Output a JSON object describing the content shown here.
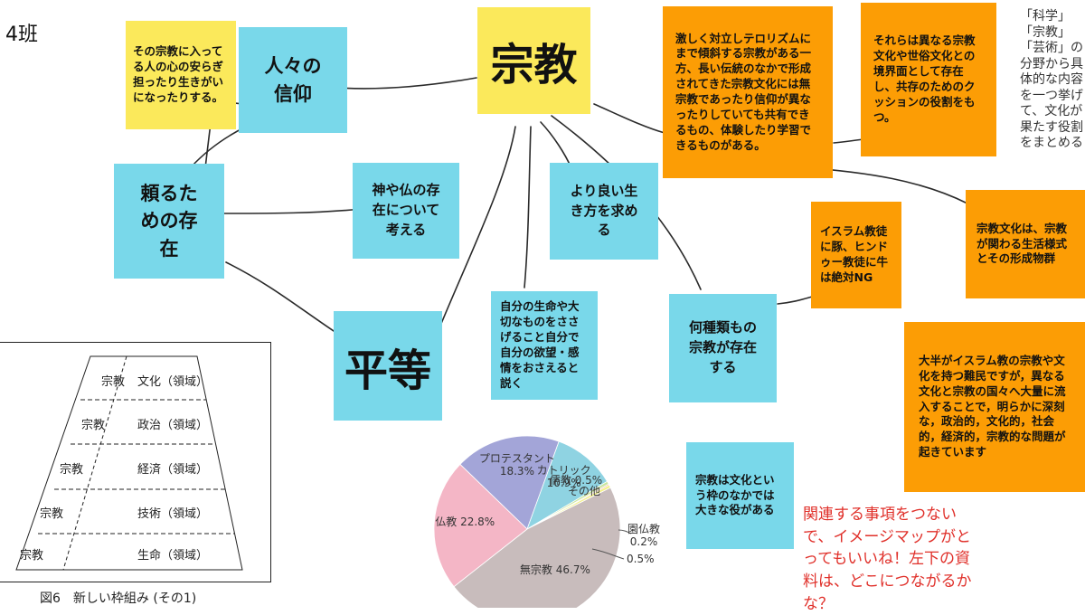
{
  "group_label": "4班",
  "notes": {
    "center": "宗教",
    "faith_detail": "その宗教に入ってる人の心の安らぎ担ったり生きがいになったりする。",
    "faith": "人々の\n信仰",
    "reliance": "頼るた\nめの存\n在",
    "gods": "神や仏の存\n在について\n考える",
    "better_life": "より良い生\nき方を求め\nる",
    "equality": "平等",
    "sacrifice": "自分の生命や大切なものをささげること自分で自分の欲望・感情をおさえると説く",
    "many_kinds": "何種類もの\n宗教が存在\nする",
    "islam_hindu": "イスラム教徒に豚、ヒンドゥー教徒に牛は絶対NG",
    "terrorism": "激しく対立しテロリズムにまで傾斜する宗教がある一方、長い伝統のなかで形成されてきた宗教文化には無宗教であったり信仰が異なったりしていても共有できるもの、体験したり学習できるものがある。",
    "cushion": "それらは異なる宗教文化や世俗文化との境界面として存在し、共存のためのクッションの役割をもつ。",
    "culture_lifestyle": "宗教文化は、宗教が関わる生活様式とその形成物群",
    "refugees": "大半がイスラム教の宗教や文化を持つ難民ですが，異なる文化と宗教の国々へ大量に流入することで，明らかに深刻な，政治的，文化的，社会的，経済的，宗教的な問題が起きています",
    "framework": "宗教は文化という枠のなかでは大きな役がある"
  },
  "side_note": "「科学」\n「宗教」\n「芸術」の\n分野から具\n体的な内容\nを一つ挙げ\nて、文化が\n果たす役割\nをまとめる",
  "teacher_comment": "関連する事項をつない\nで、イメージマップがと\nってもいいね！左下の資\n料は、どこにつながるか\nな？",
  "figure": {
    "caption": "図6　新しい枠組み (その1)",
    "rows": [
      {
        "left": "宗教",
        "right": "文化（領域）"
      },
      {
        "left": "宗教",
        "right": "政治（領域）"
      },
      {
        "left": "宗教",
        "right": "経済（領域）"
      },
      {
        "left": "宗教",
        "right": "技術（領域）"
      },
      {
        "left": "宗教",
        "right": "生命（領域）"
      }
    ]
  },
  "chart_data": {
    "type": "pie",
    "title": "",
    "slices": [
      {
        "label": "プロテスタント",
        "value": 18.3,
        "display": "18.3%",
        "color": "#a3a5d8"
      },
      {
        "label": "カトリック",
        "value": 10.9,
        "display": "10.9%",
        "color": "#8fd3e2"
      },
      {
        "label": "儒教",
        "value": 0.5,
        "display": "0.5%",
        "color": "#c8e6a0"
      },
      {
        "label": "園仏教",
        "value": 0.2,
        "display": "0.2%",
        "color": "#f08a6e"
      },
      {
        "label": "その他",
        "value": 0.5,
        "display": "0.5%",
        "color": "#f3f08a"
      },
      {
        "label": "無宗教",
        "value": 46.7,
        "display": "46.7%",
        "color": "#c8bcbc"
      },
      {
        "label": "仏教",
        "value": 22.8,
        "display": "22.8%",
        "color": "#f4b6c6"
      }
    ]
  },
  "colors": {
    "sticky_cyan": "#79d8ea",
    "sticky_yellow": "#fbe95b",
    "sticky_orange": "#fc9d05",
    "comment_red": "#e0302a"
  }
}
